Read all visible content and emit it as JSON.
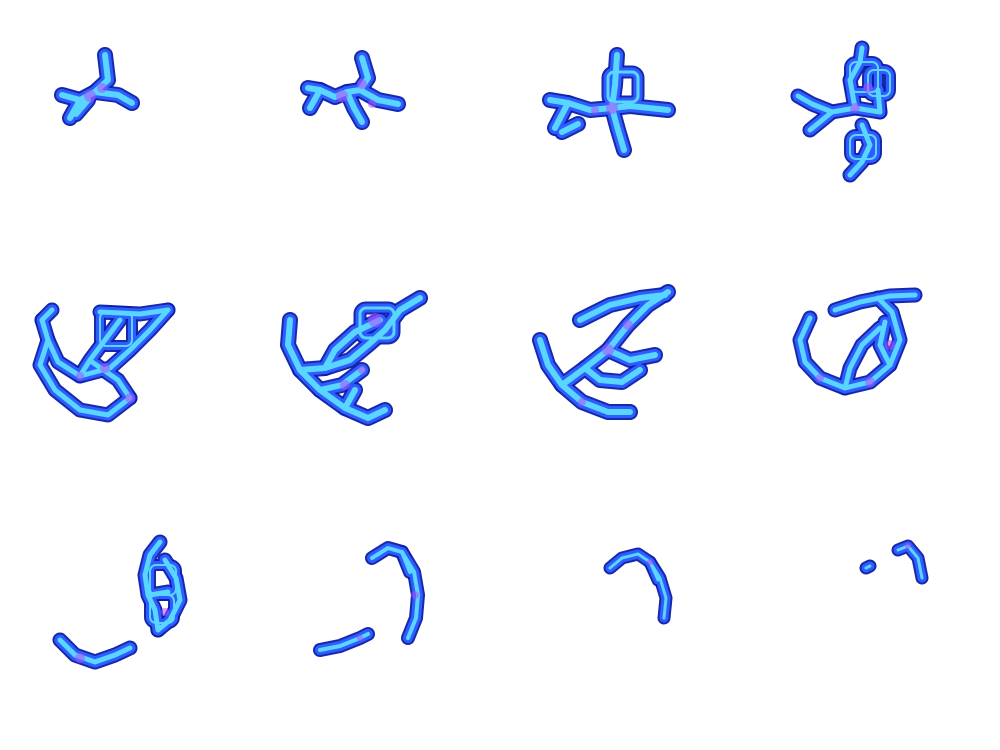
{
  "sprite_sheet": {
    "background": "#ffffff",
    "rows": 3,
    "columns": 4,
    "palette": {
      "outline": "#0a1ea8",
      "mid": "#2f5cff",
      "core": "#59d6ff",
      "highlight": "#b04cff"
    },
    "frames": [
      {
        "index": 1,
        "kind": "burst-start"
      },
      {
        "index": 2,
        "kind": "burst-grow"
      },
      {
        "index": 3,
        "kind": "cross-with-loop"
      },
      {
        "index": 4,
        "kind": "cross-with-loops"
      },
      {
        "index": 5,
        "kind": "web-expand"
      },
      {
        "index": 6,
        "kind": "arc-swirl"
      },
      {
        "index": 7,
        "kind": "arc-swirl-wide"
      },
      {
        "index": 8,
        "kind": "ring-break"
      },
      {
        "index": 9,
        "kind": "hook-fade"
      },
      {
        "index": 10,
        "kind": "arc-fade"
      },
      {
        "index": 11,
        "kind": "small-arc"
      },
      {
        "index": 12,
        "kind": "dissipate"
      }
    ]
  }
}
